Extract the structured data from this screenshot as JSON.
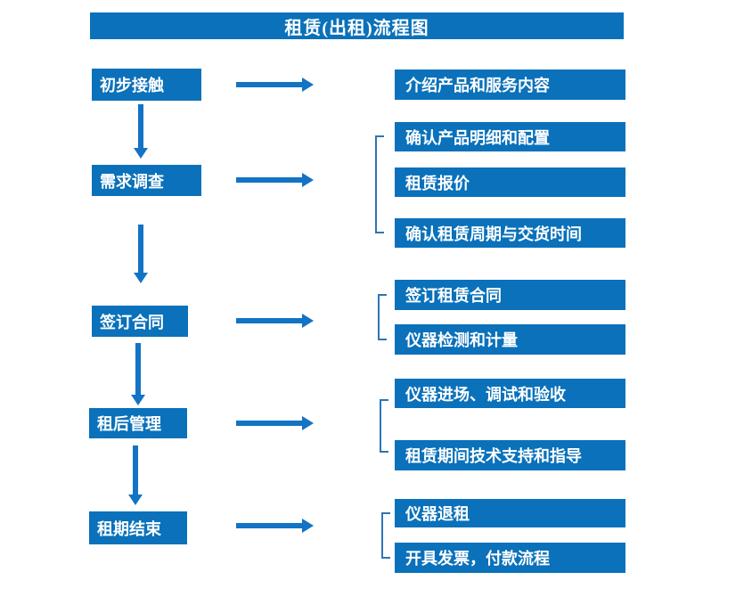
{
  "title": "租赁(出租)流程图",
  "colors": {
    "box_blue": "#0a71ba",
    "arrow_blue": "#1373c5",
    "bracket_blue": "#2e75b6",
    "text_white": "#ffffff"
  },
  "stages": [
    {
      "label": "初步接触",
      "details": [
        "介绍产品和服务内容"
      ]
    },
    {
      "label": "需求调查",
      "details": [
        "确认产品明细和配置",
        "租赁报价",
        "确认租赁周期与交货时间"
      ]
    },
    {
      "label": "签订合同",
      "details": [
        "签订租赁合同",
        "仪器检测和计量"
      ]
    },
    {
      "label": "租后管理",
      "details": [
        "仪器进场、调试和验收",
        "租赁期间技术支持和指导"
      ]
    },
    {
      "label": "租期结束",
      "details": [
        "仪器退租",
        "开具发票，付款流程"
      ]
    }
  ]
}
